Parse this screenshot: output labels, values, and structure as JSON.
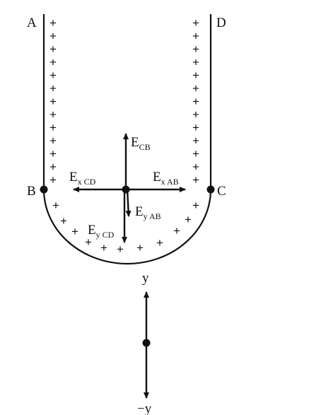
{
  "points": {
    "A": "A",
    "B": "B",
    "C": "C",
    "D": "D"
  },
  "charge_symbol": "+",
  "field_labels": {
    "cb": {
      "main": "E",
      "sub": "CB"
    },
    "x_cd": {
      "main": "E",
      "sub": "x CD"
    },
    "x_ab": {
      "main": "E",
      "sub": "x AB"
    },
    "y_ab": {
      "main": "E",
      "sub": "y AB"
    },
    "y_cd": {
      "main": "E",
      "sub": "y CD"
    }
  },
  "axis": {
    "pos": "y",
    "neg": "−y"
  },
  "colors": {
    "ink": "#111111",
    "background": "#ffffff"
  }
}
